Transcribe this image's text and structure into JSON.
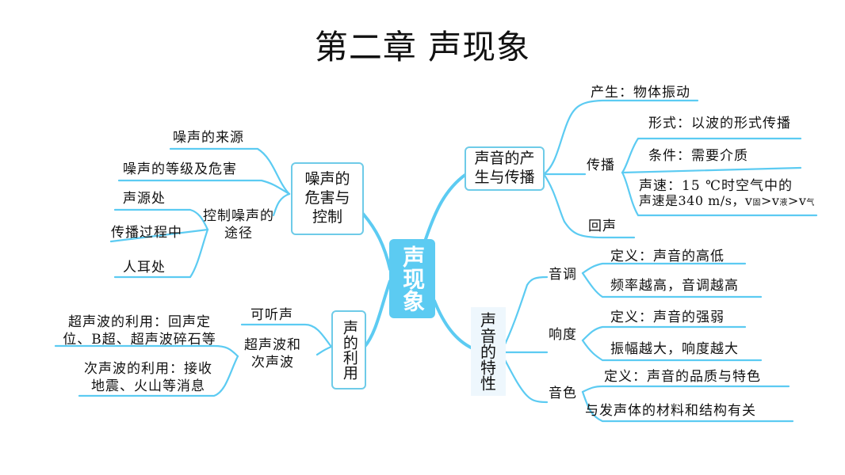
{
  "title": "第二章  声现象",
  "center": "声现象",
  "branches": {
    "origin": {
      "label": "声音的产生与传播",
      "produce": "产生：物体振动",
      "spread": "传播",
      "form": "形式：以波的形式传播",
      "condition": "条件：需要介质",
      "speed_line1": "声速：15 ℃时空气中的",
      "speed_line2": "声速是340 m/s，v",
      "speed_sub1": "固",
      "speed_sub2": "液",
      "speed_sub3": "气",
      "echo": "回声"
    },
    "noise": {
      "label": "噪声的危害与控制",
      "source": "噪声的来源",
      "level": "噪声的等级及危害",
      "control": "控制噪声的途径",
      "at_source": "声源处",
      "in_path": "传播过程中",
      "at_ear": "人耳处"
    },
    "use": {
      "label": "声的利用",
      "audible": "可听声",
      "ultra_infra": "超声波和次声波",
      "ultra_use": "超声波的利用：回声定位、B超、超声波碎石等",
      "infra_use": "次声波的利用：接收地震、火山等消息"
    },
    "traits": {
      "label": "声音的特性",
      "pitch": "音调",
      "pitch_def": "定义：声音的高低",
      "pitch_rel": "频率越高，音调越高",
      "loud": "响度",
      "loud_def": "定义：声音的强弱",
      "loud_rel": "振幅越大，响度越大",
      "timbre": "音色",
      "timbre_def": "定义：声音的品质与特色",
      "timbre_rel": "与发声体的材料和结构有关"
    }
  },
  "colors": {
    "line": "#5ccbf2",
    "box_border": "#6ecbe8",
    "center_fill": "#5ccbf2"
  }
}
